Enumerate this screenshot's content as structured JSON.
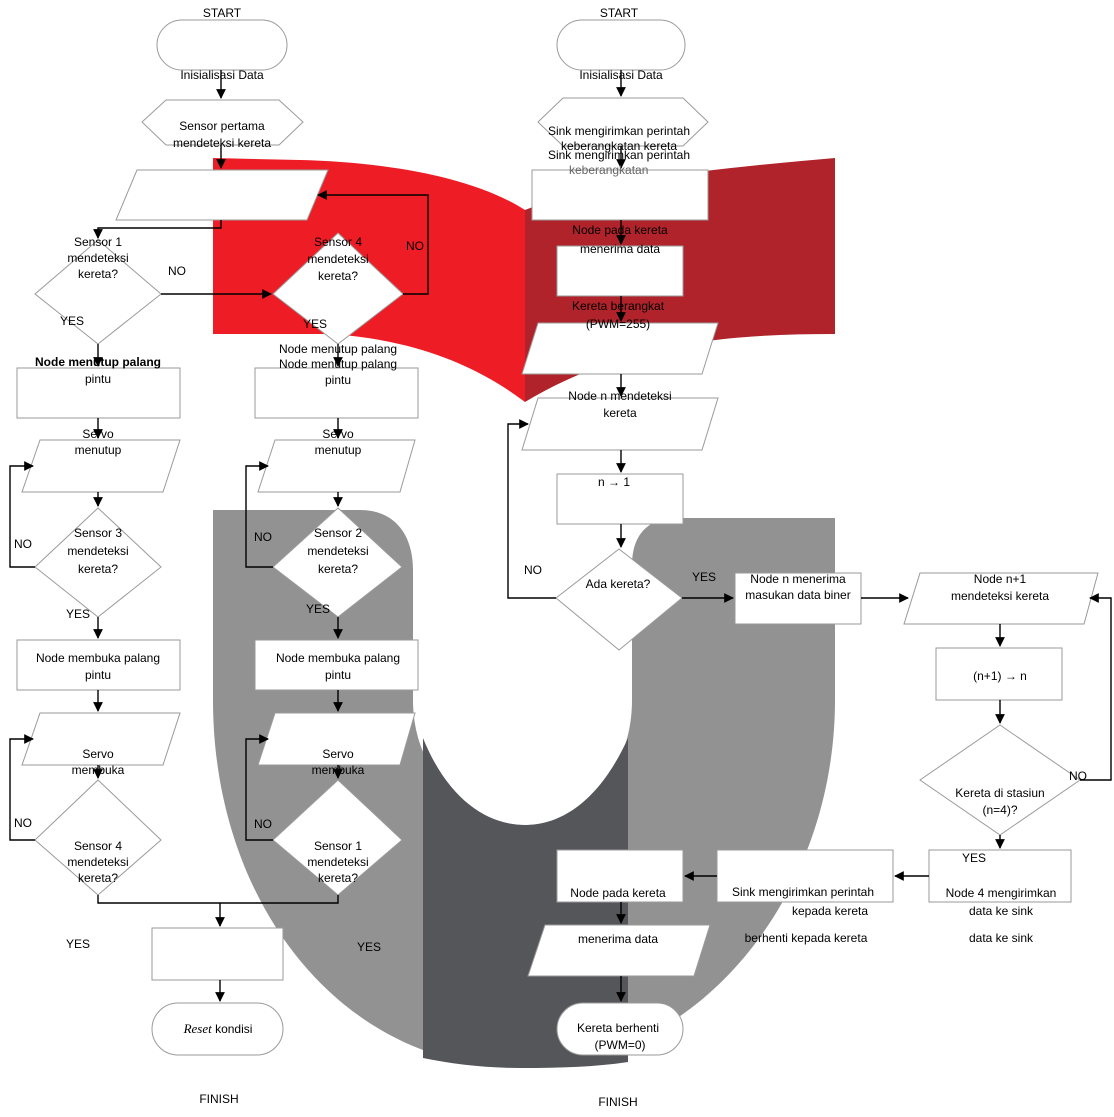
{
  "colors": {
    "red_light": "#ee1c24",
    "red_dark": "#b0232a",
    "gray_light": "#929292",
    "gray_dark": "#55565a",
    "shape_stroke": "#9a9a9a"
  },
  "texts": {
    "start_left": "START",
    "start_right": "START",
    "init_left": "Inisialisasi Data",
    "init_right": "Inisialisasi Data",
    "sensor_first_1": "Sensor pertama",
    "sensor_first_2": "mendeteksi kereta",
    "s1_line1": "Sensor 1",
    "s1_line2": "mendeteksi",
    "s1_line3": "kereta?",
    "no_s1": "NO",
    "yes_s1": "YES",
    "s4a_line1": "Sensor 4",
    "s4a_line2": "mendeteksi",
    "s4a_line3": "kereta?",
    "no_s4a": "NO",
    "yes_s4a": "YES",
    "close_left_1": "Node menutup palang",
    "close_left_2": "pintu",
    "close_mid_1": "Node menutup palang",
    "close_mid_1b": "Node menutup palang",
    "close_mid_2": "pintu",
    "servo_close_left_1": "Servo",
    "servo_close_left_2": "menutup",
    "servo_close_mid_1": "Servo",
    "servo_close_mid_2": "menutup",
    "s3_line1": "Sensor 3",
    "s3_line2": "mendeteksi",
    "s3_line3": "kereta?",
    "no_s3": "NO",
    "yes_s3": "YES",
    "s2_line1": "Sensor 2",
    "s2_line2": "mendeteksi",
    "s2_line3": "kereta?",
    "no_s2": "NO",
    "yes_s2": "YES",
    "open_left_1": "Node membuka palang",
    "open_left_2": "pintu",
    "open_mid_1": "Node membuka palang",
    "open_mid_2": "pintu",
    "servo_open_left_1": "Servo",
    "servo_open_left_2": "membuka",
    "servo_open_mid_1": "Servo",
    "servo_open_mid_2": "membuka",
    "s4b_line1": "Sensor 4",
    "s4b_line2": "mendeteksi",
    "s4b_line3": "kereta?",
    "no_s4b": "NO",
    "s1b_line1": "Sensor 1",
    "s1b_line2": "mendeteksi",
    "s1b_line3": "kereta?",
    "no_s1b": "NO",
    "yes_bottom_left": "YES",
    "yes_bottom_mid": "YES",
    "reset_italic": "Reset",
    "reset_rest": " kondisi",
    "finish_left": "FINISH",
    "finish_right": "FINISH",
    "sink_send_1": "Sink mengirimkan perintah",
    "sink_send_2": "keberangkatan kereta",
    "sink_send_dup_1": "Sink mengirimkan perintah",
    "sink_send_dup_2": "keberangkatan",
    "node_recv_1": "Node pada kereta",
    "node_recv_2": "menerima data",
    "train_depart_1": "Kereta berangkat",
    "train_depart_2": "(PWM=255)",
    "node_n_detect_1": "Node n mendeteksi",
    "node_n_detect_2": "kereta",
    "n_to_1": "n → 1",
    "ada_kereta": "Ada kereta?",
    "no_ada": "NO",
    "yes_ada": "YES",
    "node_n_recv_1": "Node n menerima",
    "node_n_recv_2": "masukan data biner",
    "node_n1_1": "Node n+1",
    "node_n1_2": "mendeteksi kereta",
    "n1_to_n": "(n+1) → n",
    "station_1": "Kereta di stasiun",
    "station_2": "(n=4)?",
    "no_station": "NO",
    "yes_station": "YES",
    "node4_send_1": "Node 4 mengirimkan",
    "node4_send_2": "data ke sink",
    "node4_send_dup": "data ke sink",
    "sink_stop_1": "Sink mengirimkan perintah",
    "sink_stop_2": "kepada kereta",
    "sink_stop_dup": "berhenti kepada kereta",
    "node_train_1": "Node pada kereta",
    "node_train_2": "menerima data",
    "train_stop_1": "Kereta berhenti",
    "train_stop_2": "(PWM=0)"
  }
}
